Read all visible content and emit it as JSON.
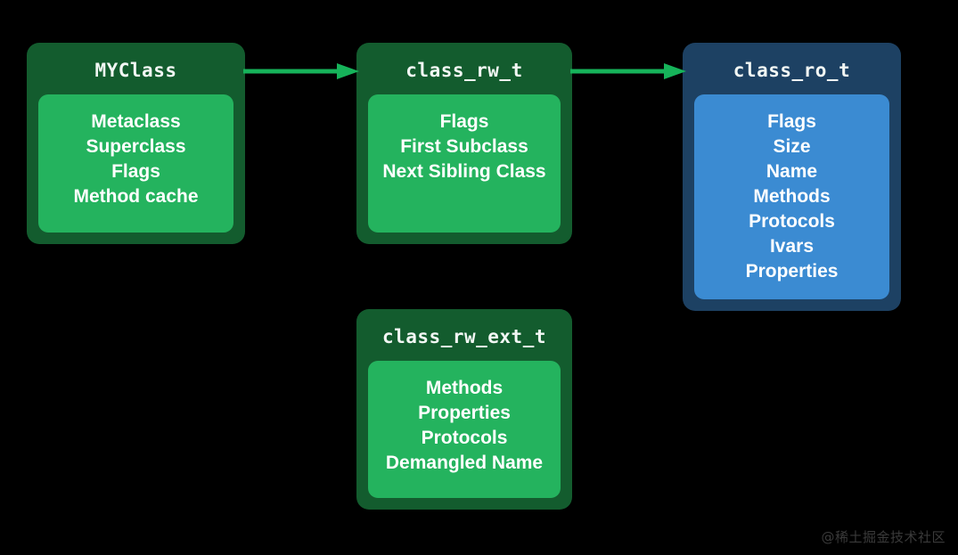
{
  "diagram": {
    "background_color": "#000000",
    "nodes": [
      {
        "id": "myclass",
        "title": "MYClass",
        "color": "green",
        "outer_color": "#135c2e",
        "inner_color": "#24b35e",
        "fields": [
          "Metaclass",
          "Superclass",
          "Flags",
          "Method cache"
        ]
      },
      {
        "id": "class_rw_t",
        "title": "class_rw_t",
        "color": "green",
        "outer_color": "#135c2e",
        "inner_color": "#24b35e",
        "fields": [
          "Flags",
          "First Subclass",
          "Next Sibling Class"
        ]
      },
      {
        "id": "class_ro_t",
        "title": "class_ro_t",
        "color": "blue",
        "outer_color": "#1d4163",
        "inner_color": "#3b8bd2",
        "fields": [
          "Flags",
          "Size",
          "Name",
          "Methods",
          "Protocols",
          "Ivars",
          "Properties"
        ]
      },
      {
        "id": "class_rw_ext_t",
        "title": "class_rw_ext_t",
        "color": "green",
        "outer_color": "#135c2e",
        "inner_color": "#24b35e",
        "fields": [
          "Methods",
          "Properties",
          "Protocols",
          "Demangled Name"
        ]
      }
    ],
    "arrows": [
      {
        "id": "arrow-1",
        "from": "myclass",
        "to": "class_rw_t",
        "color": "#16b35a"
      },
      {
        "id": "arrow-2",
        "from": "class_rw_t",
        "to": "class_ro_t",
        "color": "#16b35a"
      }
    ],
    "watermark": "@稀土掘金技术社区"
  }
}
